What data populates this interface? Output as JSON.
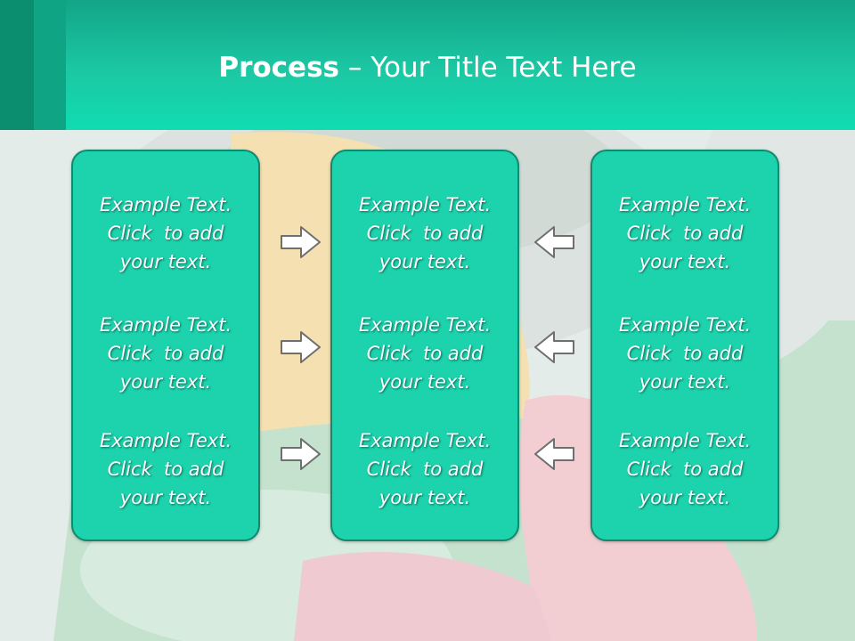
{
  "slide": {
    "title_bold": "Process",
    "title_separator": " – ",
    "title_rest": "Your Title Text Here"
  },
  "columns": [
    {
      "blocks": [
        {
          "line1": "Example Text.",
          "line2": "Click  to add",
          "line3": "your text."
        },
        {
          "line1": "Example Text.",
          "line2": "Click  to add",
          "line3": "your text."
        },
        {
          "line1": "Example Text.",
          "line2": "Click  to add",
          "line3": "your text."
        }
      ]
    },
    {
      "blocks": [
        {
          "line1": "Example Text.",
          "line2": "Click  to add",
          "line3": "your text."
        },
        {
          "line1": "Example Text.",
          "line2": "Click  to add",
          "line3": "your text."
        },
        {
          "line1": "Example Text.",
          "line2": "Click  to add",
          "line3": "your text."
        }
      ]
    },
    {
      "blocks": [
        {
          "line1": "Example Text.",
          "line2": "Click  to add",
          "line3": "your text."
        },
        {
          "line1": "Example Text.",
          "line2": "Click  to add",
          "line3": "your text."
        },
        {
          "line1": "Example Text.",
          "line2": "Click  to add",
          "line3": "your text."
        }
      ]
    }
  ],
  "arrows": {
    "left_group": "right-arrow-icon",
    "right_group": "left-arrow-icon"
  },
  "colors": {
    "header": "#1cc8a4",
    "box_fill": "#1cd3ad",
    "box_border": "#0f8a6f",
    "arrow_fill": "#ffffff",
    "arrow_stroke": "#6f6f6f"
  }
}
